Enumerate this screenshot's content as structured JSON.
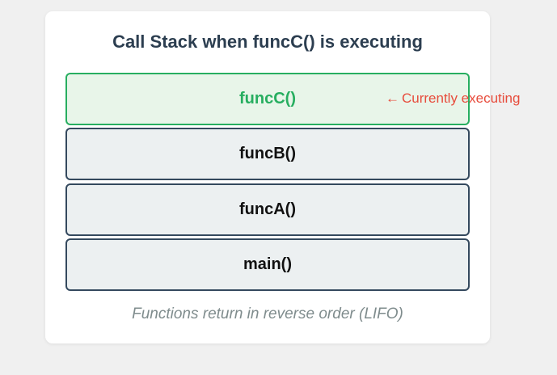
{
  "diagram": {
    "title": "Call Stack when funcC() is executing",
    "frames": [
      {
        "label": "funcC()",
        "active": true
      },
      {
        "label": "funcB()",
        "active": false
      },
      {
        "label": "funcA()",
        "active": false
      },
      {
        "label": "main()",
        "active": false
      }
    ],
    "pointer": {
      "arrow": "←",
      "text": "Currently executing"
    },
    "caption": "Functions return in reverse order (LIFO)",
    "colors": {
      "active_border": "#27ae60",
      "active_fill": "#e8f5e9",
      "frame_border": "#34495e",
      "frame_fill": "#ecf0f1",
      "pointer": "#e74c3c",
      "title": "#2c3e50",
      "caption": "#7f8c8d"
    }
  }
}
